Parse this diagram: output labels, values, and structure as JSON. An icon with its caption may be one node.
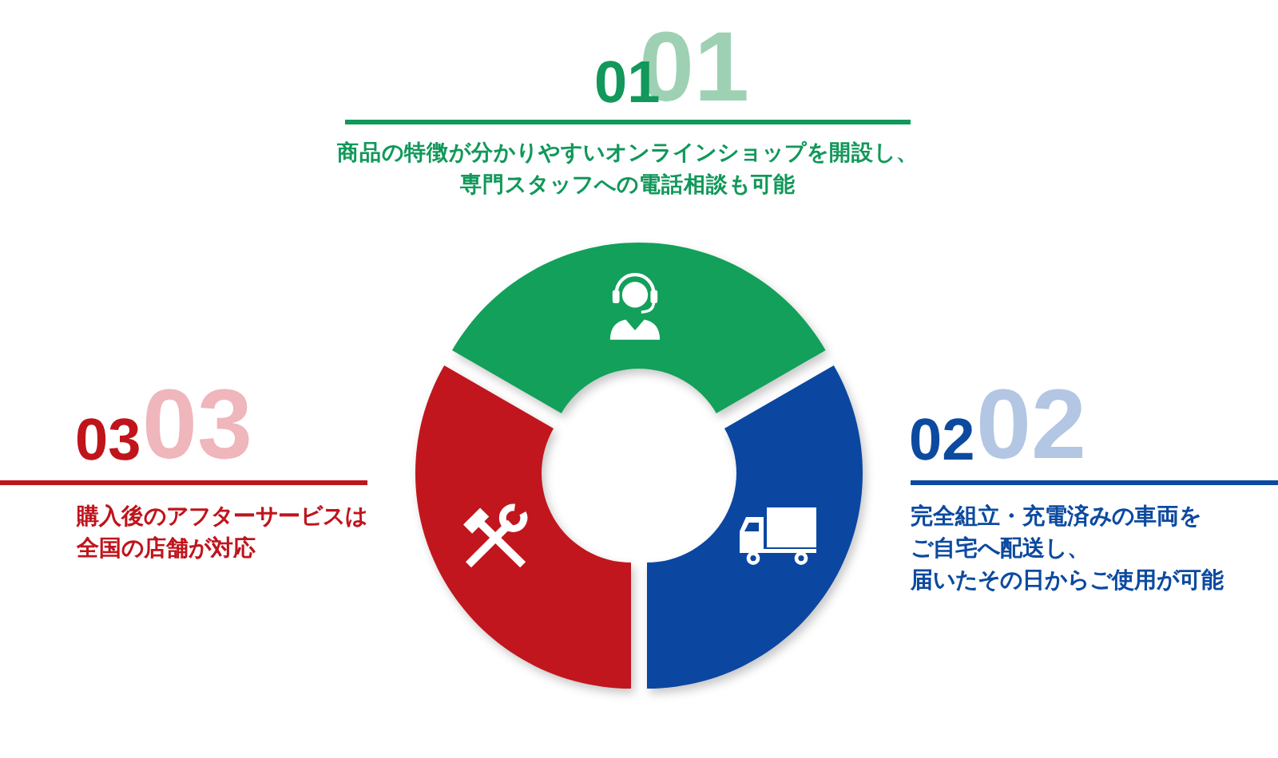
{
  "diagram": {
    "nodes": [
      {
        "text": [],
        "shape": "arc",
        "beside": [
          "01",
          "01",
          "商品の特徴が分かりやすいオンラインショップを開設し、専門スタッフへの電話相談も可能"
        ]
      },
      {
        "text": [],
        "shape": "arc",
        "beside": [
          "02",
          "02",
          "完全組立・充電済みの車両をご自宅へ配送し、届いたその日からご使用が可能"
        ]
      },
      {
        "text": [],
        "shape": "arc",
        "beside": [
          "03",
          "03",
          "購入後のアフターサービスは全国の店舗が対応"
        ]
      }
    ]
  }
}
